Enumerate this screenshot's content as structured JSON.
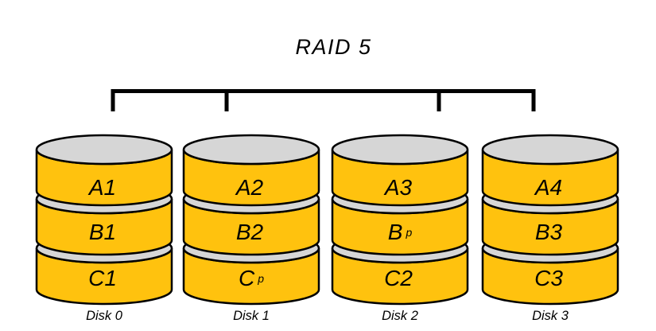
{
  "title": "RAID 5",
  "colors": {
    "platter_yellow": "#FFC20E",
    "platter_gray": "#D6D6D6",
    "outline": "#000000",
    "background": "#FFFFFF"
  },
  "disks": [
    {
      "name": "Disk 0",
      "stripes": [
        {
          "label": "A1",
          "sup": ""
        },
        {
          "label": "B1",
          "sup": ""
        },
        {
          "label": "C1",
          "sup": ""
        }
      ]
    },
    {
      "name": "Disk 1",
      "stripes": [
        {
          "label": "A2",
          "sup": ""
        },
        {
          "label": "B2",
          "sup": ""
        },
        {
          "label": "C",
          "sup": "p"
        }
      ]
    },
    {
      "name": "Disk 2",
      "stripes": [
        {
          "label": "A3",
          "sup": ""
        },
        {
          "label": "B",
          "sup": "p"
        },
        {
          "label": "C2",
          "sup": ""
        }
      ]
    },
    {
      "name": "Disk 3",
      "stripes": [
        {
          "label": "A4",
          "sup": ""
        },
        {
          "label": "B3",
          "sup": ""
        },
        {
          "label": "C3",
          "sup": ""
        }
      ]
    }
  ]
}
